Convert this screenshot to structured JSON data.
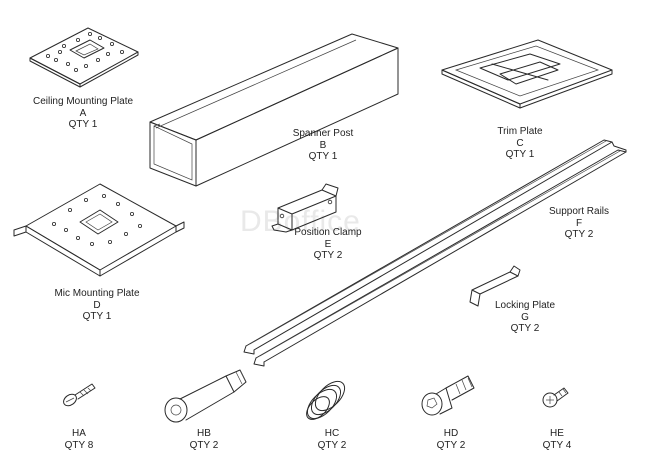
{
  "watermark": "DBoffice",
  "parts": [
    {
      "id": "A",
      "name": "Ceiling Mounting Plate",
      "letter": "A",
      "qty": "QTY 1"
    },
    {
      "id": "B",
      "name": "Spanner Post",
      "letter": "B",
      "qty": "QTY 1"
    },
    {
      "id": "C",
      "name": "Trim Plate",
      "letter": "C",
      "qty": "QTY 1"
    },
    {
      "id": "D",
      "name": "Mic Mounting Plate",
      "letter": "D",
      "qty": "QTY 1"
    },
    {
      "id": "E",
      "name": "Position Clamp",
      "letter": "E",
      "qty": "QTY 2"
    },
    {
      "id": "F",
      "name": "Support Rails",
      "letter": "F",
      "qty": "QTY 2"
    },
    {
      "id": "G",
      "name": "Locking Plate",
      "letter": "G",
      "qty": "QTY 2"
    }
  ],
  "hardware": [
    {
      "id": "HA",
      "code": "HA",
      "qty": "QTY 8"
    },
    {
      "id": "HB",
      "code": "HB",
      "qty": "QTY 2"
    },
    {
      "id": "HC",
      "code": "HC",
      "qty": "QTY 2"
    },
    {
      "id": "HD",
      "code": "HD",
      "qty": "QTY 2"
    },
    {
      "id": "HE",
      "code": "HE",
      "qty": "QTY 4"
    }
  ]
}
